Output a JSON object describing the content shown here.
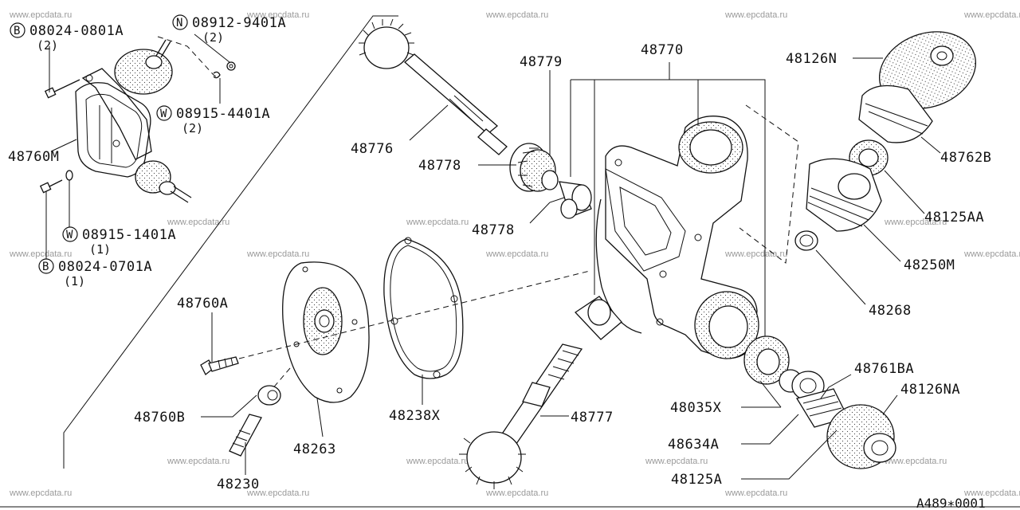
{
  "watermark": "www.epcdata.ru",
  "diagram_code": "A489∗0001",
  "callouts": [
    {
      "id": "b1",
      "prefix": "B",
      "part": "08024-0801A",
      "qty": "(2)"
    },
    {
      "id": "n1",
      "prefix": "N",
      "part": "08912-9401A",
      "qty": "(2)"
    },
    {
      "id": "w1",
      "prefix": "W",
      "part": "08915-4401A",
      "qty": "(2)"
    },
    {
      "id": "w2",
      "prefix": "W",
      "part": "08915-1401A",
      "qty": "(1)"
    },
    {
      "id": "b2",
      "prefix": "B",
      "part": "08024-0701A",
      "qty": "(1)"
    }
  ],
  "labels": {
    "p48760M": "48760M",
    "p48760A": "48760A",
    "p48760B": "48760B",
    "p48230": "48230",
    "p48263": "48263",
    "p48238X": "48238X",
    "p48776": "48776",
    "p48779": "48779",
    "p48778a": "48778",
    "p48778b": "48778",
    "p48770": "48770",
    "p48777": "48777",
    "p48126N": "48126N",
    "p48762B": "48762B",
    "p48125AA": "48125AA",
    "p48250M": "48250M",
    "p48268": "48268",
    "p48761BA": "48761BA",
    "p48126NA": "48126NA",
    "p48035X": "48035X",
    "p48634A": "48634A",
    "p48125A": "48125A"
  }
}
